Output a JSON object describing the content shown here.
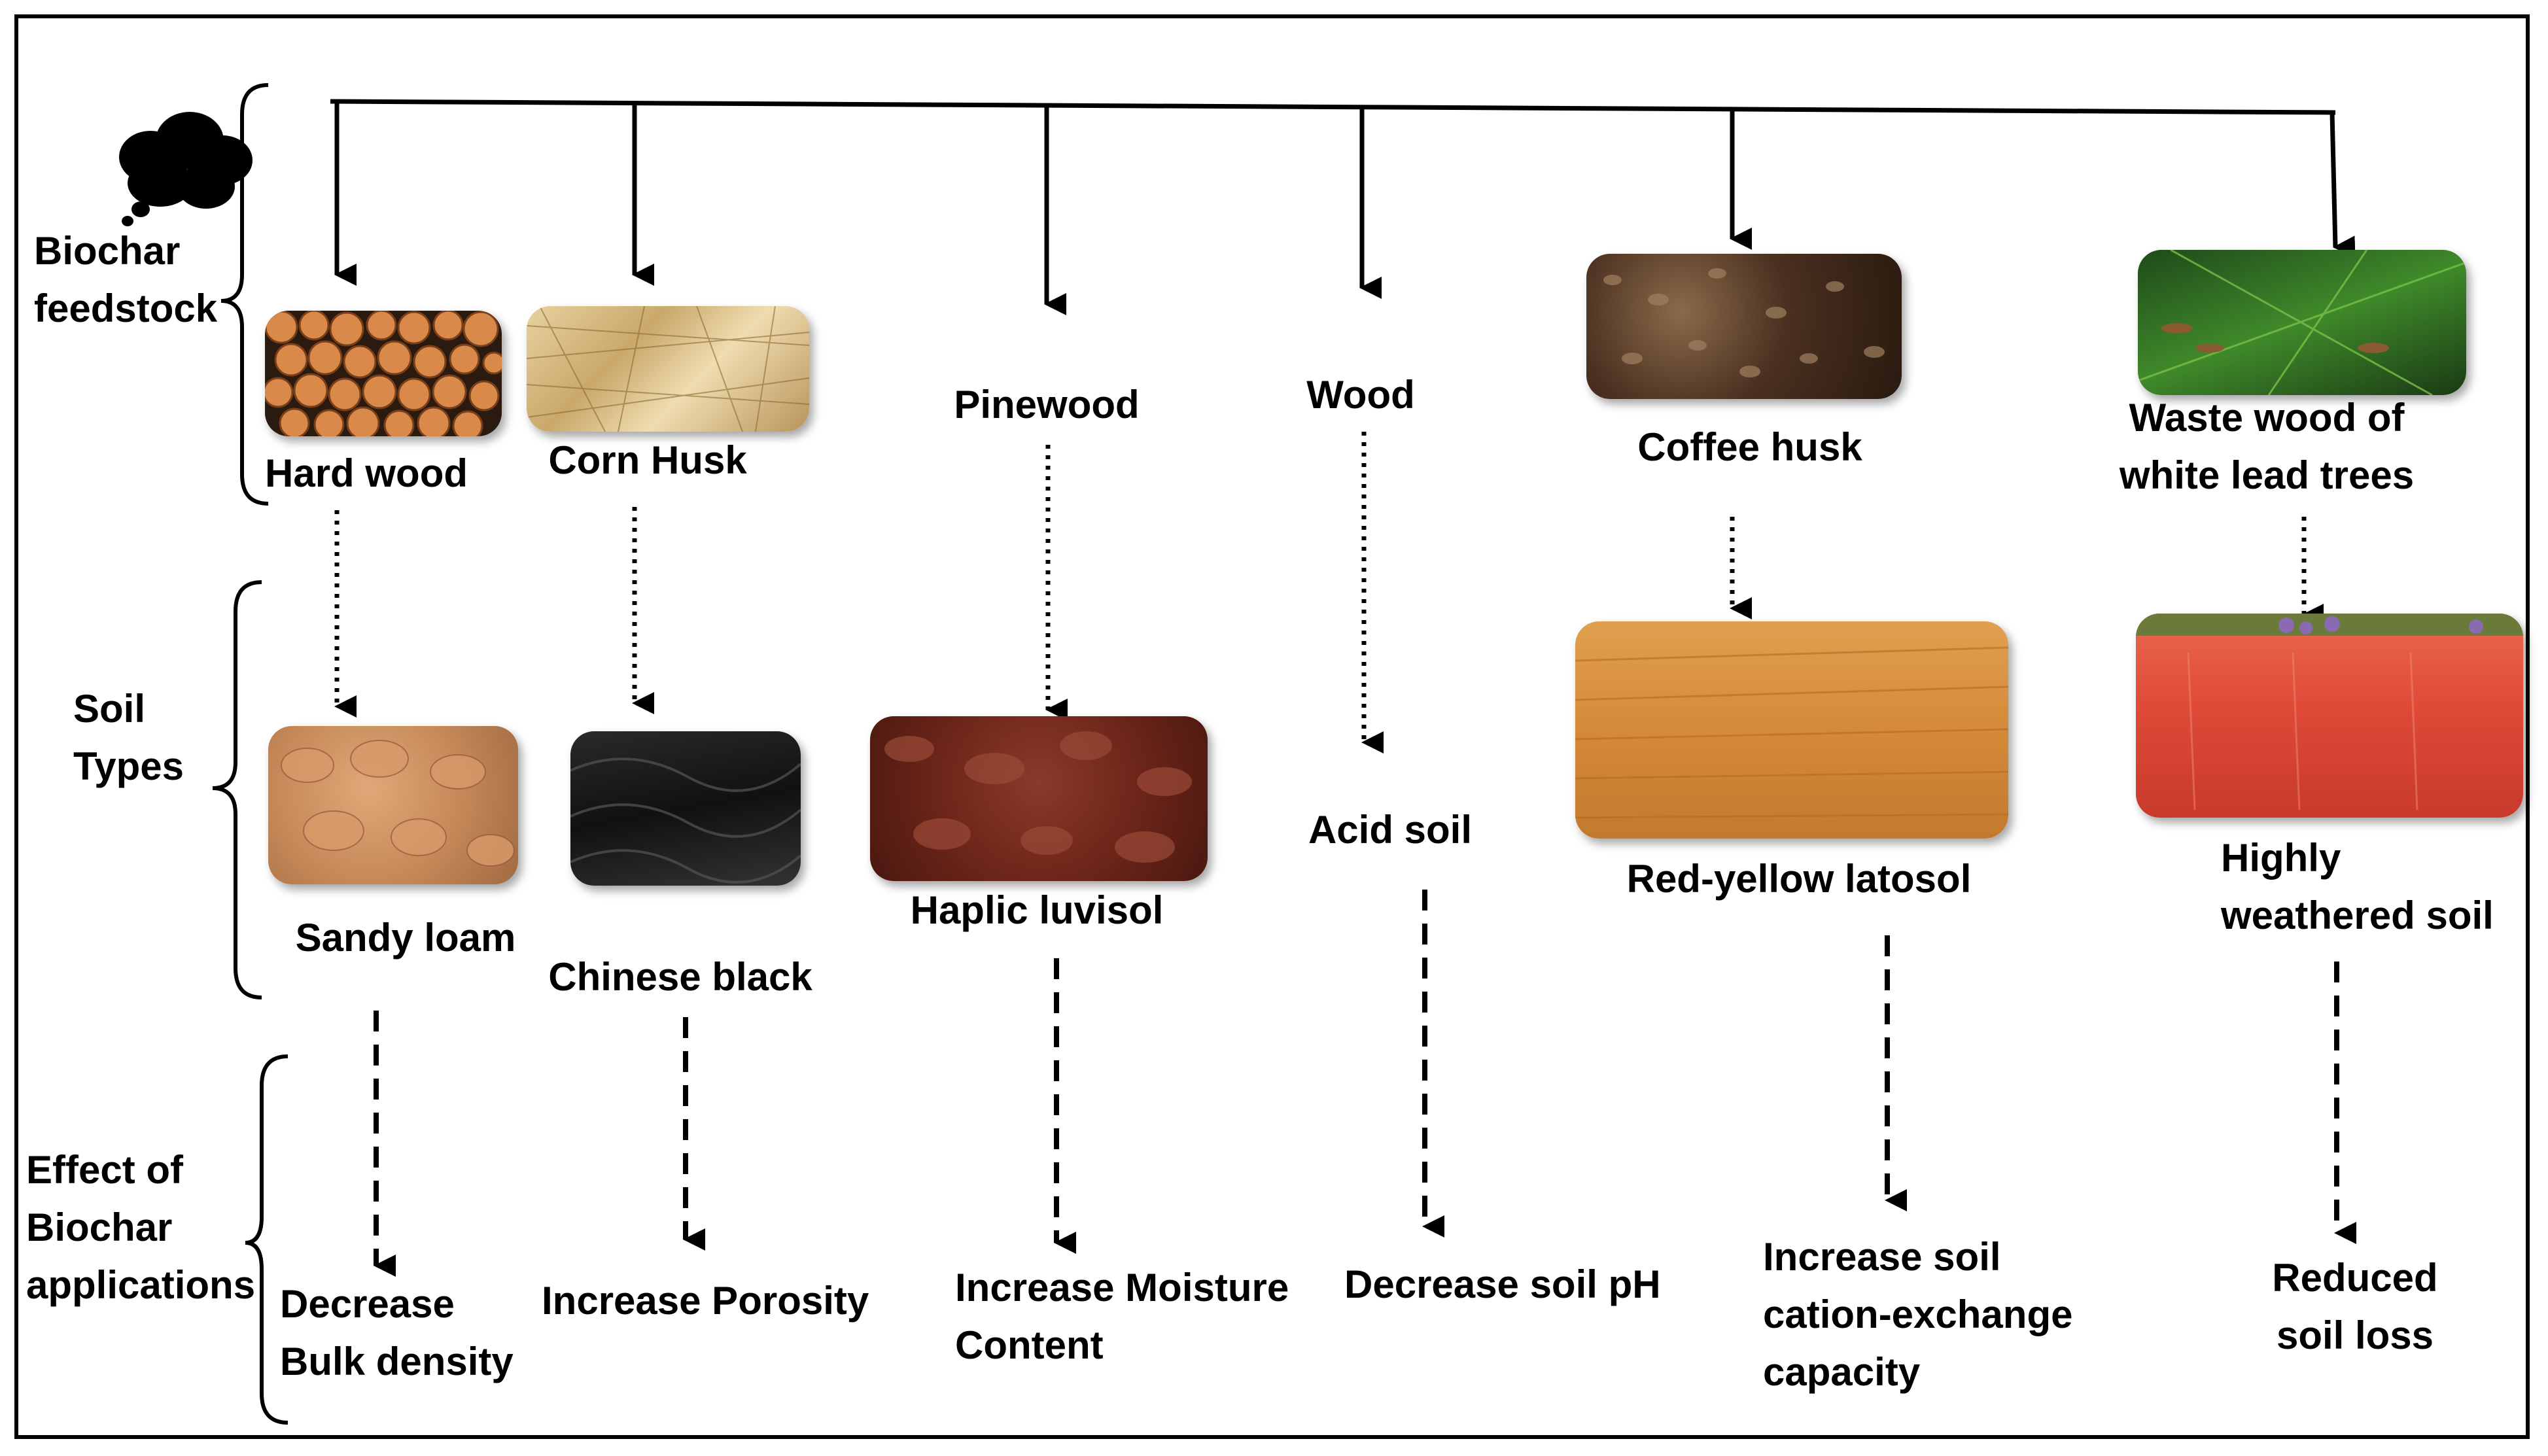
{
  "categories": {
    "feedstock": [
      "Biochar",
      "feedstock"
    ],
    "soil": [
      "Soil",
      "Types"
    ],
    "effect": [
      "Effect of",
      "Biochar",
      "applications"
    ]
  },
  "feedstocks": [
    {
      "label": [
        "Hard wood"
      ]
    },
    {
      "label": [
        "Corn Husk"
      ]
    },
    {
      "label": [
        "Pinewood"
      ]
    },
    {
      "label": [
        "Wood"
      ]
    },
    {
      "label": [
        "Coffee husk"
      ]
    },
    {
      "label": [
        "Waste wood of",
        "white lead trees"
      ]
    }
  ],
  "soils": [
    {
      "label": [
        "Sandy loam"
      ]
    },
    {
      "label": [
        "Chinese black"
      ]
    },
    {
      "label": [
        "Haplic luvisol"
      ]
    },
    {
      "label": [
        "Acid soil"
      ]
    },
    {
      "label": [
        "Red-yellow latosol"
      ]
    },
    {
      "label": [
        "Highly",
        "weathered soil"
      ]
    }
  ],
  "effects": [
    {
      "label": [
        "Decrease",
        "Bulk density"
      ]
    },
    {
      "label": [
        "Increase Porosity"
      ]
    },
    {
      "label": [
        "Increase Moisture",
        "Content"
      ]
    },
    {
      "label": [
        "Decrease soil pH"
      ]
    },
    {
      "label": [
        "Increase soil",
        "cation-exchange",
        "capacity"
      ]
    },
    {
      "label": [
        "Reduced",
        "soil loss"
      ]
    }
  ]
}
